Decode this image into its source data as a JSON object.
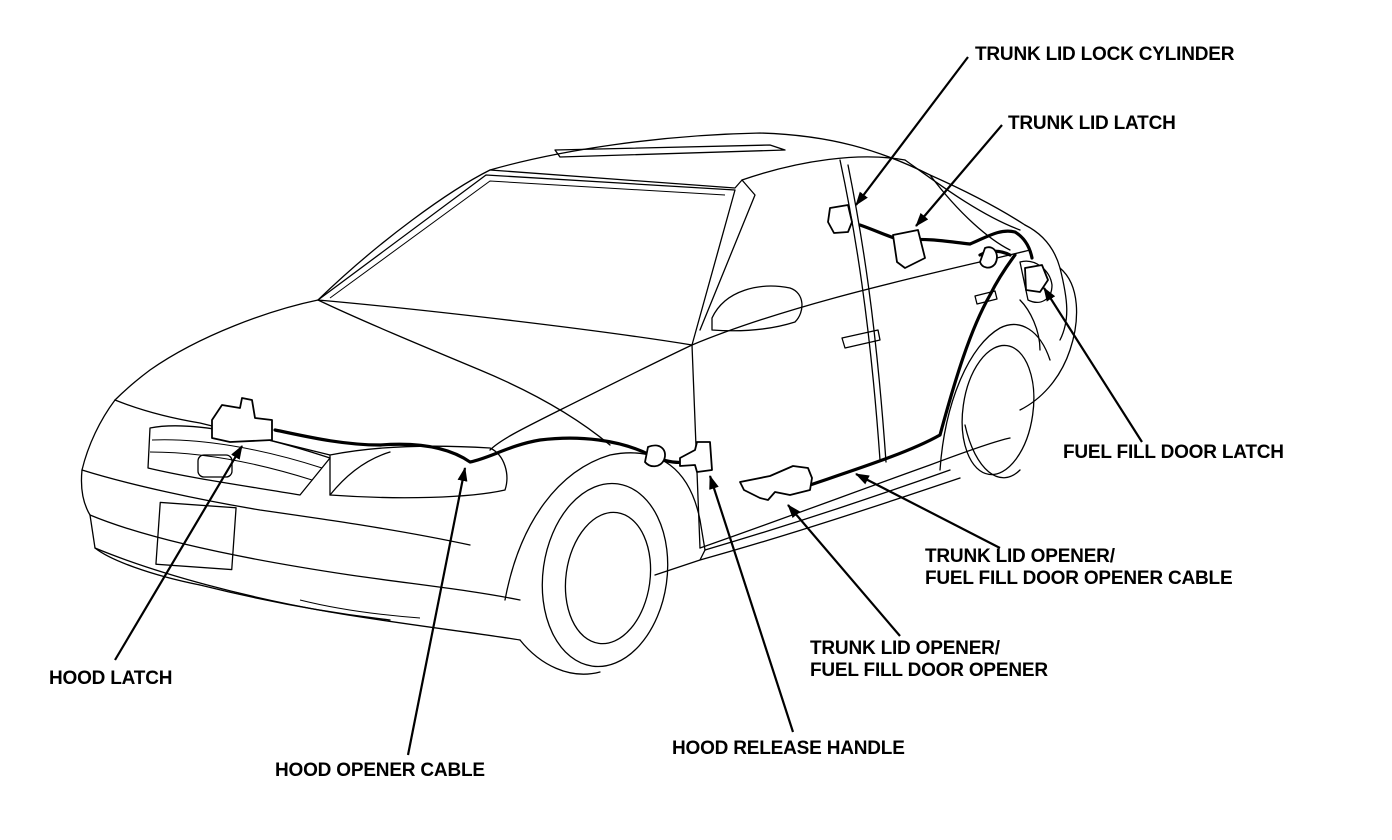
{
  "labels": {
    "trunk_lid_lock_cylinder": "TRUNK LID LOCK CYLINDER",
    "trunk_lid_latch": "TRUNK LID LATCH",
    "fuel_fill_door_latch": "FUEL FILL DOOR LATCH",
    "opener_cable_line1": "TRUNK LID OPENER/",
    "opener_cable_line2": "FUEL FILL DOOR OPENER CABLE",
    "opener_line1": "TRUNK LID OPENER/",
    "opener_line2": "FUEL FILL DOOR OPENER",
    "hood_latch": "HOOD LATCH",
    "hood_opener_cable": "HOOD OPENER CABLE",
    "hood_release_handle": "HOOD RELEASE HANDLE"
  }
}
